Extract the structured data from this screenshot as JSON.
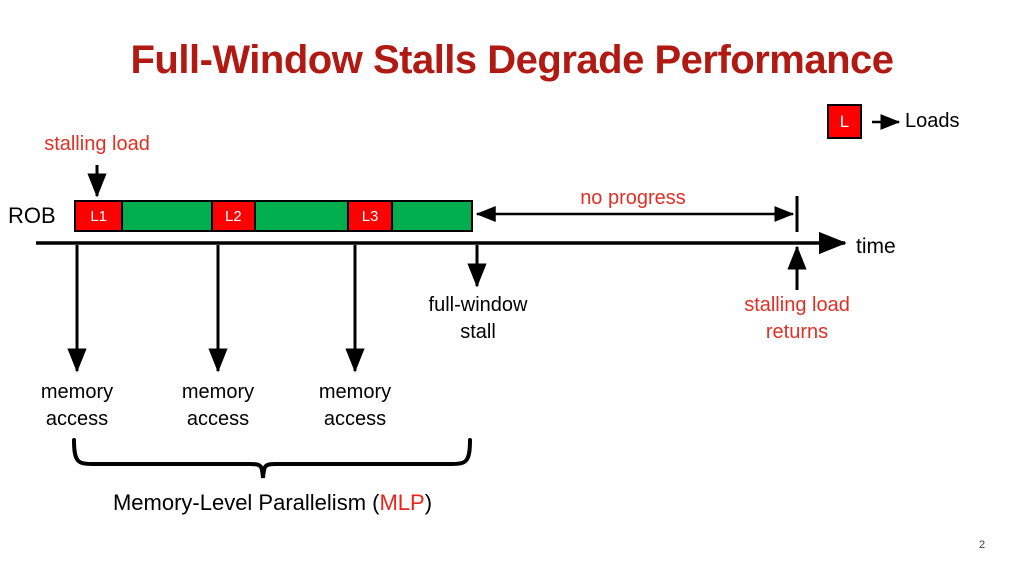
{
  "slide": {
    "title": "Full-Window Stalls Degrade Performance",
    "page_number": "2",
    "background_color": "#ffffff",
    "title_color": "#b01a13"
  },
  "legend": {
    "swatch_text": "L",
    "swatch_color": "#fe0000",
    "swatch_text_color": "#ffffff",
    "arrow_icon": "right-arrow-icon",
    "label": "Loads"
  },
  "rob": {
    "label": "ROB",
    "load_color": "#fe0000",
    "gap_color": "#00ae50",
    "segments": [
      {
        "type": "load",
        "label": "L1",
        "width_pct": 12.0
      },
      {
        "type": "gap",
        "label": "",
        "width_pct": 22.6
      },
      {
        "type": "load",
        "label": "L2",
        "width_pct": 11.0
      },
      {
        "type": "gap",
        "label": "",
        "width_pct": 23.6
      },
      {
        "type": "load",
        "label": "L3",
        "width_pct": 11.0
      },
      {
        "type": "gap",
        "label": "",
        "width_pct": 19.8
      }
    ]
  },
  "annotations": {
    "stalling_load": {
      "text": "stalling load",
      "color": "#e03026"
    },
    "no_progress": {
      "text": "no progress",
      "color": "#e03026"
    },
    "full_window_stall": {
      "line1": "full-window",
      "line2": "stall",
      "color": "#000000"
    },
    "stalling_load_returns": {
      "line1": "stalling load",
      "line2": "returns",
      "color": "#e03026"
    },
    "memory_access_1": {
      "line1": "memory",
      "line2": "access",
      "color": "#000000"
    },
    "memory_access_2": {
      "line1": "memory",
      "line2": "access",
      "color": "#000000"
    },
    "memory_access_3": {
      "line1": "memory",
      "line2": "access",
      "color": "#000000"
    },
    "time_axis_label": {
      "text": "time",
      "color": "#000000"
    }
  },
  "mlp": {
    "prefix": "Memory-Level Parallelism (",
    "acronym": "MLP",
    "suffix": ")",
    "acronym_color": "#e8261c"
  }
}
